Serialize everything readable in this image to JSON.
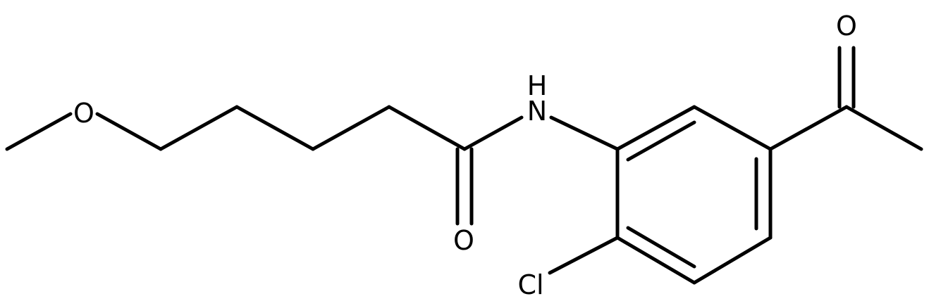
{
  "molecule": {
    "atoms": {
      "oxygen_ether": "O",
      "nitrogen_amide": "N",
      "hydrogen_amide": "H",
      "oxygen_amide": "O",
      "oxygen_ketone": "O",
      "chlorine": "Cl"
    },
    "colors": {
      "bond": "#000000",
      "label": "#000000",
      "background": "#ffffff"
    }
  }
}
